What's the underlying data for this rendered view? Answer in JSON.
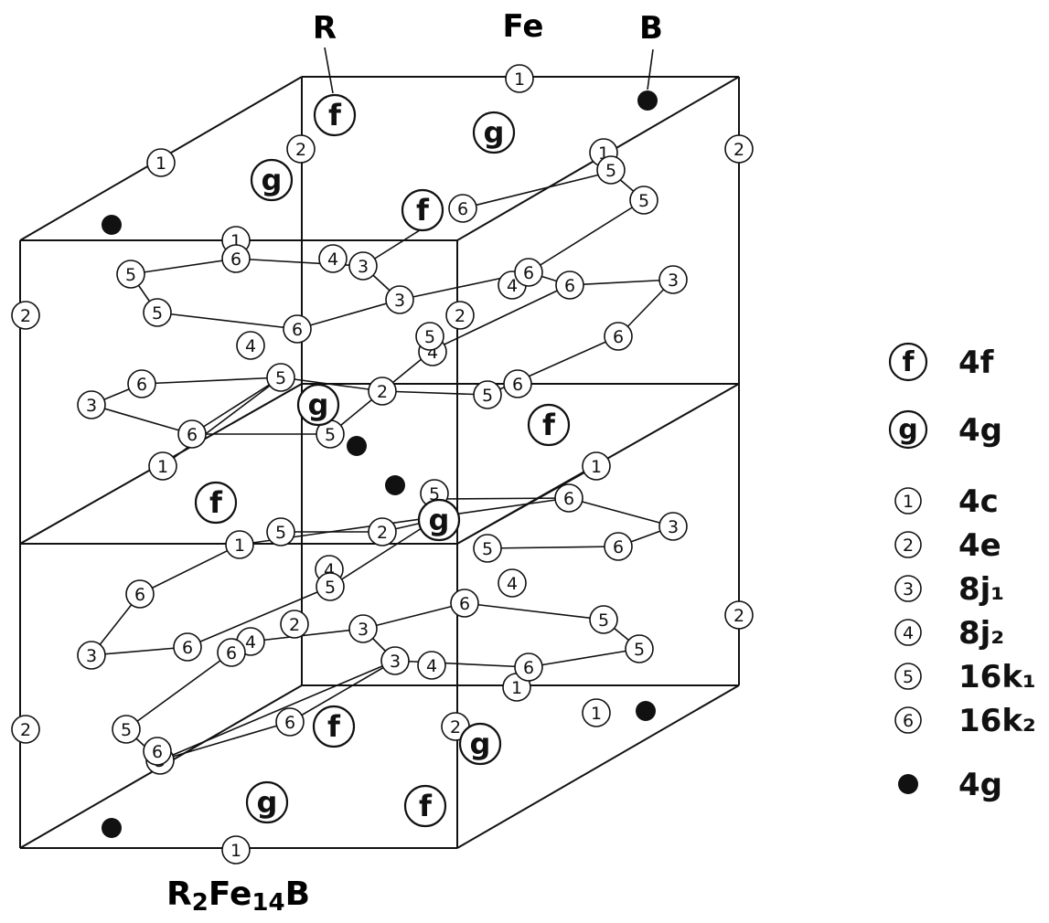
{
  "top_labels": {
    "rare_earth": "R",
    "iron": "Fe",
    "boron": "B"
  },
  "formula": {
    "base": "R",
    "n1": "2",
    "mid": "Fe",
    "n2": "14",
    "end": "B"
  },
  "rare_earth_sites": {
    "f": "f",
    "g": "g"
  },
  "iron_sites": {
    "c": "1",
    "e": "2",
    "j1": "3",
    "j2": "4",
    "k1": "5",
    "k2": "6"
  },
  "legend": {
    "items": [
      {
        "symbol": "f",
        "kind": "rare-earth",
        "site": "4f",
        "label": "4f"
      },
      {
        "symbol": "g",
        "kind": "rare-earth",
        "site": "4g",
        "label": "4g"
      },
      {
        "symbol": "1",
        "kind": "iron",
        "site": "4c",
        "label": "4c"
      },
      {
        "symbol": "2",
        "kind": "iron",
        "site": "4e",
        "label": "4e"
      },
      {
        "symbol": "3",
        "kind": "iron",
        "site": "8j1",
        "label": "8j₁"
      },
      {
        "symbol": "4",
        "kind": "iron",
        "site": "8j2",
        "label": "8j₂"
      },
      {
        "symbol": "5",
        "kind": "iron",
        "site": "16k1",
        "label": "16k₁"
      },
      {
        "symbol": "6",
        "kind": "iron",
        "site": "16k2",
        "label": "16k₂"
      },
      {
        "symbol": "",
        "kind": "boron",
        "site": "4g",
        "label": "4g"
      }
    ]
  },
  "colors": {
    "ink": "#111111",
    "background": "#ffffff"
  }
}
